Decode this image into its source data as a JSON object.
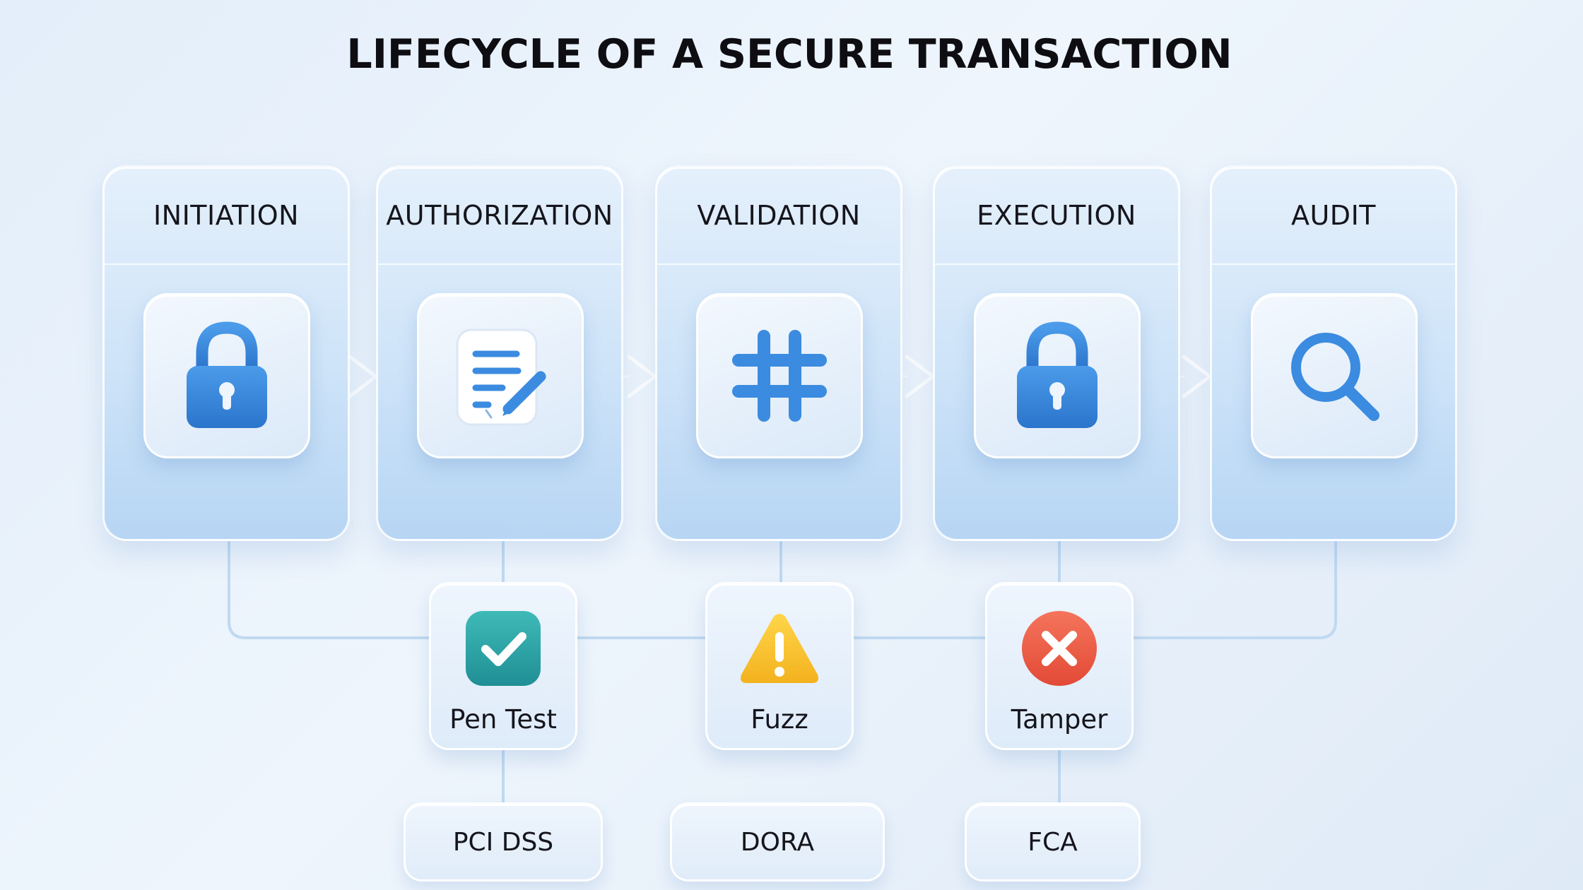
{
  "title": "LIFECYCLE OF A SECURE TRANSACTION",
  "stages": [
    {
      "label": "INITIATION",
      "icon": "lock-icon"
    },
    {
      "label": "AUTHORIZATION",
      "icon": "document-edit-icon"
    },
    {
      "label": "VALIDATION",
      "icon": "hash-icon"
    },
    {
      "label": "EXECUTION",
      "icon": "lock-icon"
    },
    {
      "label": "AUDIT",
      "icon": "magnifier-icon"
    }
  ],
  "tests": [
    {
      "label": "Pen Test",
      "icon": "check-badge-icon",
      "status": "pass",
      "color": "#2aa7a8"
    },
    {
      "label": "Fuzz",
      "icon": "warning-triangle-icon",
      "status": "warning",
      "color": "#f6c230"
    },
    {
      "label": "Tamper",
      "icon": "error-x-icon",
      "status": "fail",
      "color": "#ee5a45"
    }
  ],
  "regulations": [
    {
      "label": "PCI DSS"
    },
    {
      "label": "DORA"
    },
    {
      "label": "FCA"
    }
  ],
  "colors": {
    "accent": "#3b8be0",
    "accent_dark": "#2a6fc4",
    "background": "#e8f1fb"
  }
}
